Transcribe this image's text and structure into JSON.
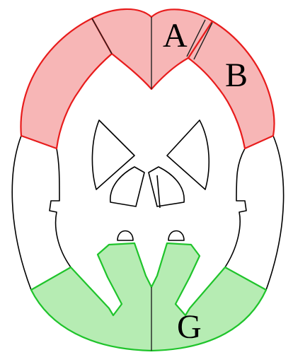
{
  "figure": {
    "regions": [
      {
        "id": "A",
        "label": "A",
        "fill": "#f7b6b6",
        "stroke": "#e81c1c"
      },
      {
        "id": "B",
        "label": "B",
        "fill": "#f7b6b6",
        "stroke": "#e81c1c"
      },
      {
        "id": "G",
        "label": "G",
        "fill": "#b6ecb3",
        "stroke": "#1fc42b"
      }
    ],
    "colors": {
      "red_fill": "#f7b6b6",
      "red_stroke": "#e81c1c",
      "green_fill": "#b6ecb3",
      "green_stroke": "#1fc42b",
      "outline": "#000000",
      "background": "#ffffff"
    }
  }
}
